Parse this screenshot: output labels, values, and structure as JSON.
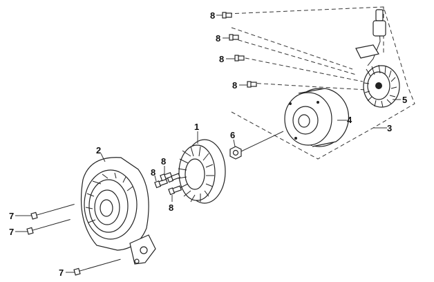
{
  "diagram": {
    "callouts": {
      "fan": "1",
      "fan_cover": "2",
      "magneto_assembly": "3",
      "flywheel": "4",
      "stator": "5",
      "nut": "6",
      "cover_bolt": "7",
      "screw": "8"
    }
  }
}
